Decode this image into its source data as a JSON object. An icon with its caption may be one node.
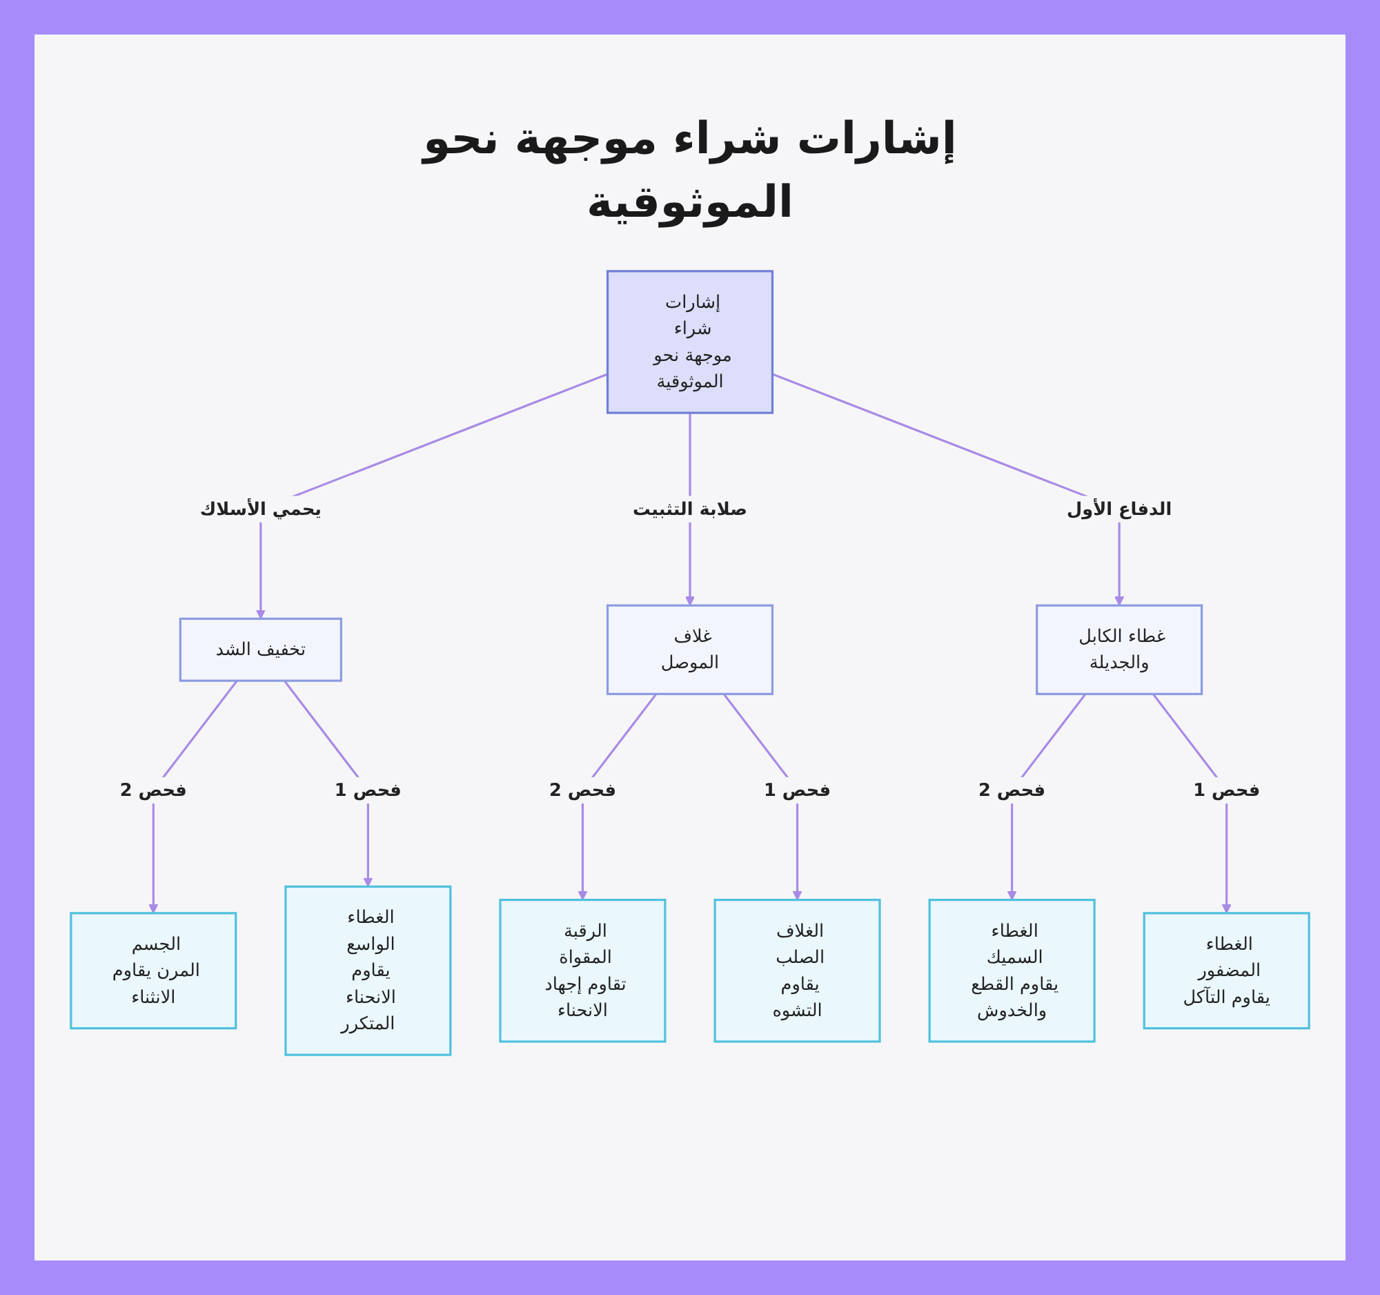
{
  "diagram": {
    "title": "إشارات شراء موجهة نحو الموثوقية",
    "nodes": [
      {
        "text": [
          "إشارات شراء موجهة نحو الموثوقية"
        ]
      },
      {
        "text": [
          "غطاء الكابل والجديلة"
        ]
      },
      {
        "text": [
          "غلاف الموصل"
        ]
      },
      {
        "text": [
          "تخفيف الشد"
        ]
      },
      {
        "text": [
          "الغطاء المضفور يقاوم التآكل"
        ]
      },
      {
        "text": [
          "الغطاء السميك يقاوم القطع والخدوش"
        ]
      },
      {
        "text": [
          "الغلاف الصلب يقاوم التشوه"
        ]
      },
      {
        "text": [
          "الرقبة المقواة تقاوم إجهاد الانحناء"
        ]
      },
      {
        "text": [
          "الغطاء الواسع يقاوم الانحناء المتكرر"
        ]
      },
      {
        "text": [
          "الجسم المرن يقاوم الانثناء"
        ]
      }
    ],
    "edges": [
      {
        "from": 0,
        "to": 3,
        "arrow": "to",
        "label": "يحمي الأسلاك"
      },
      {
        "from": 0,
        "to": 2,
        "arrow": "to",
        "label": "صلابة التثبيت"
      },
      {
        "from": 0,
        "to": 1,
        "arrow": "to",
        "label": "الدفاع الأول"
      },
      {
        "from": 3,
        "to": 9,
        "arrow": "to",
        "label": "فحص 2"
      },
      {
        "from": 3,
        "to": 8,
        "arrow": "to",
        "label": "فحص 1"
      },
      {
        "from": 2,
        "to": 7,
        "arrow": "to",
        "label": "فحص 2"
      },
      {
        "from": 2,
        "to": 6,
        "arrow": "to",
        "label": "فحص 1"
      },
      {
        "from": 1,
        "to": 5,
        "arrow": "to",
        "label": "فحص 2"
      },
      {
        "from": 1,
        "to": 4,
        "arrow": "to",
        "label": "فحص 1"
      }
    ]
  }
}
